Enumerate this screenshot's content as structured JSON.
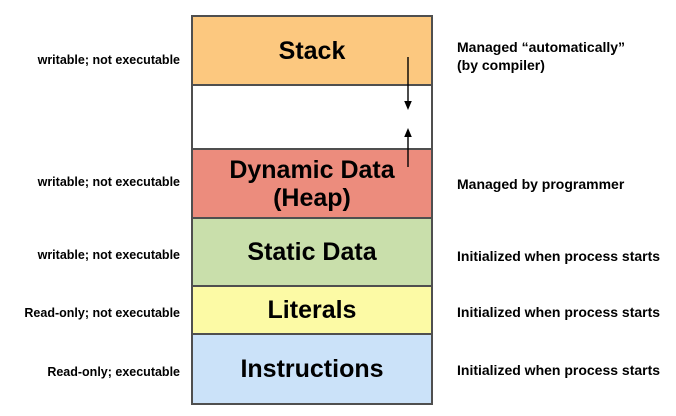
{
  "diagram": {
    "type": "memory-layout",
    "colors": {
      "background": "#FFFFFF",
      "box_border": "#4F4F4F",
      "text": "#000000",
      "arrow": "#000000"
    },
    "segments": [
      {
        "id": "stack",
        "label": "Stack",
        "fill": "#FCC87F",
        "left_note": "writable; not executable",
        "right_note": "Managed “automatically”",
        "right_note2": "(by compiler)"
      },
      {
        "id": "free-space",
        "label": "",
        "fill": "#FFFFFF"
      },
      {
        "id": "heap",
        "label": "Dynamic Data",
        "label2": "(Heap)",
        "fill": "#EC8C7D",
        "left_note": "writable; not executable",
        "right_note": "Managed by programmer"
      },
      {
        "id": "static-data",
        "label": "Static Data",
        "fill": "#C9DFAB",
        "left_note": "writable; not executable",
        "right_note": "Initialized when process starts"
      },
      {
        "id": "literals",
        "label": "Literals",
        "fill": "#FCFAA5",
        "left_note": "Read-only; not executable",
        "right_note": "Initialized when process starts"
      },
      {
        "id": "instructions",
        "label": "Instructions",
        "fill": "#CBE2F9",
        "left_note": "Read-only; executable",
        "right_note": "Initialized when process starts"
      }
    ],
    "arrows": [
      {
        "id": "stack-growth",
        "direction": "down"
      },
      {
        "id": "heap-growth",
        "direction": "up"
      }
    ]
  }
}
